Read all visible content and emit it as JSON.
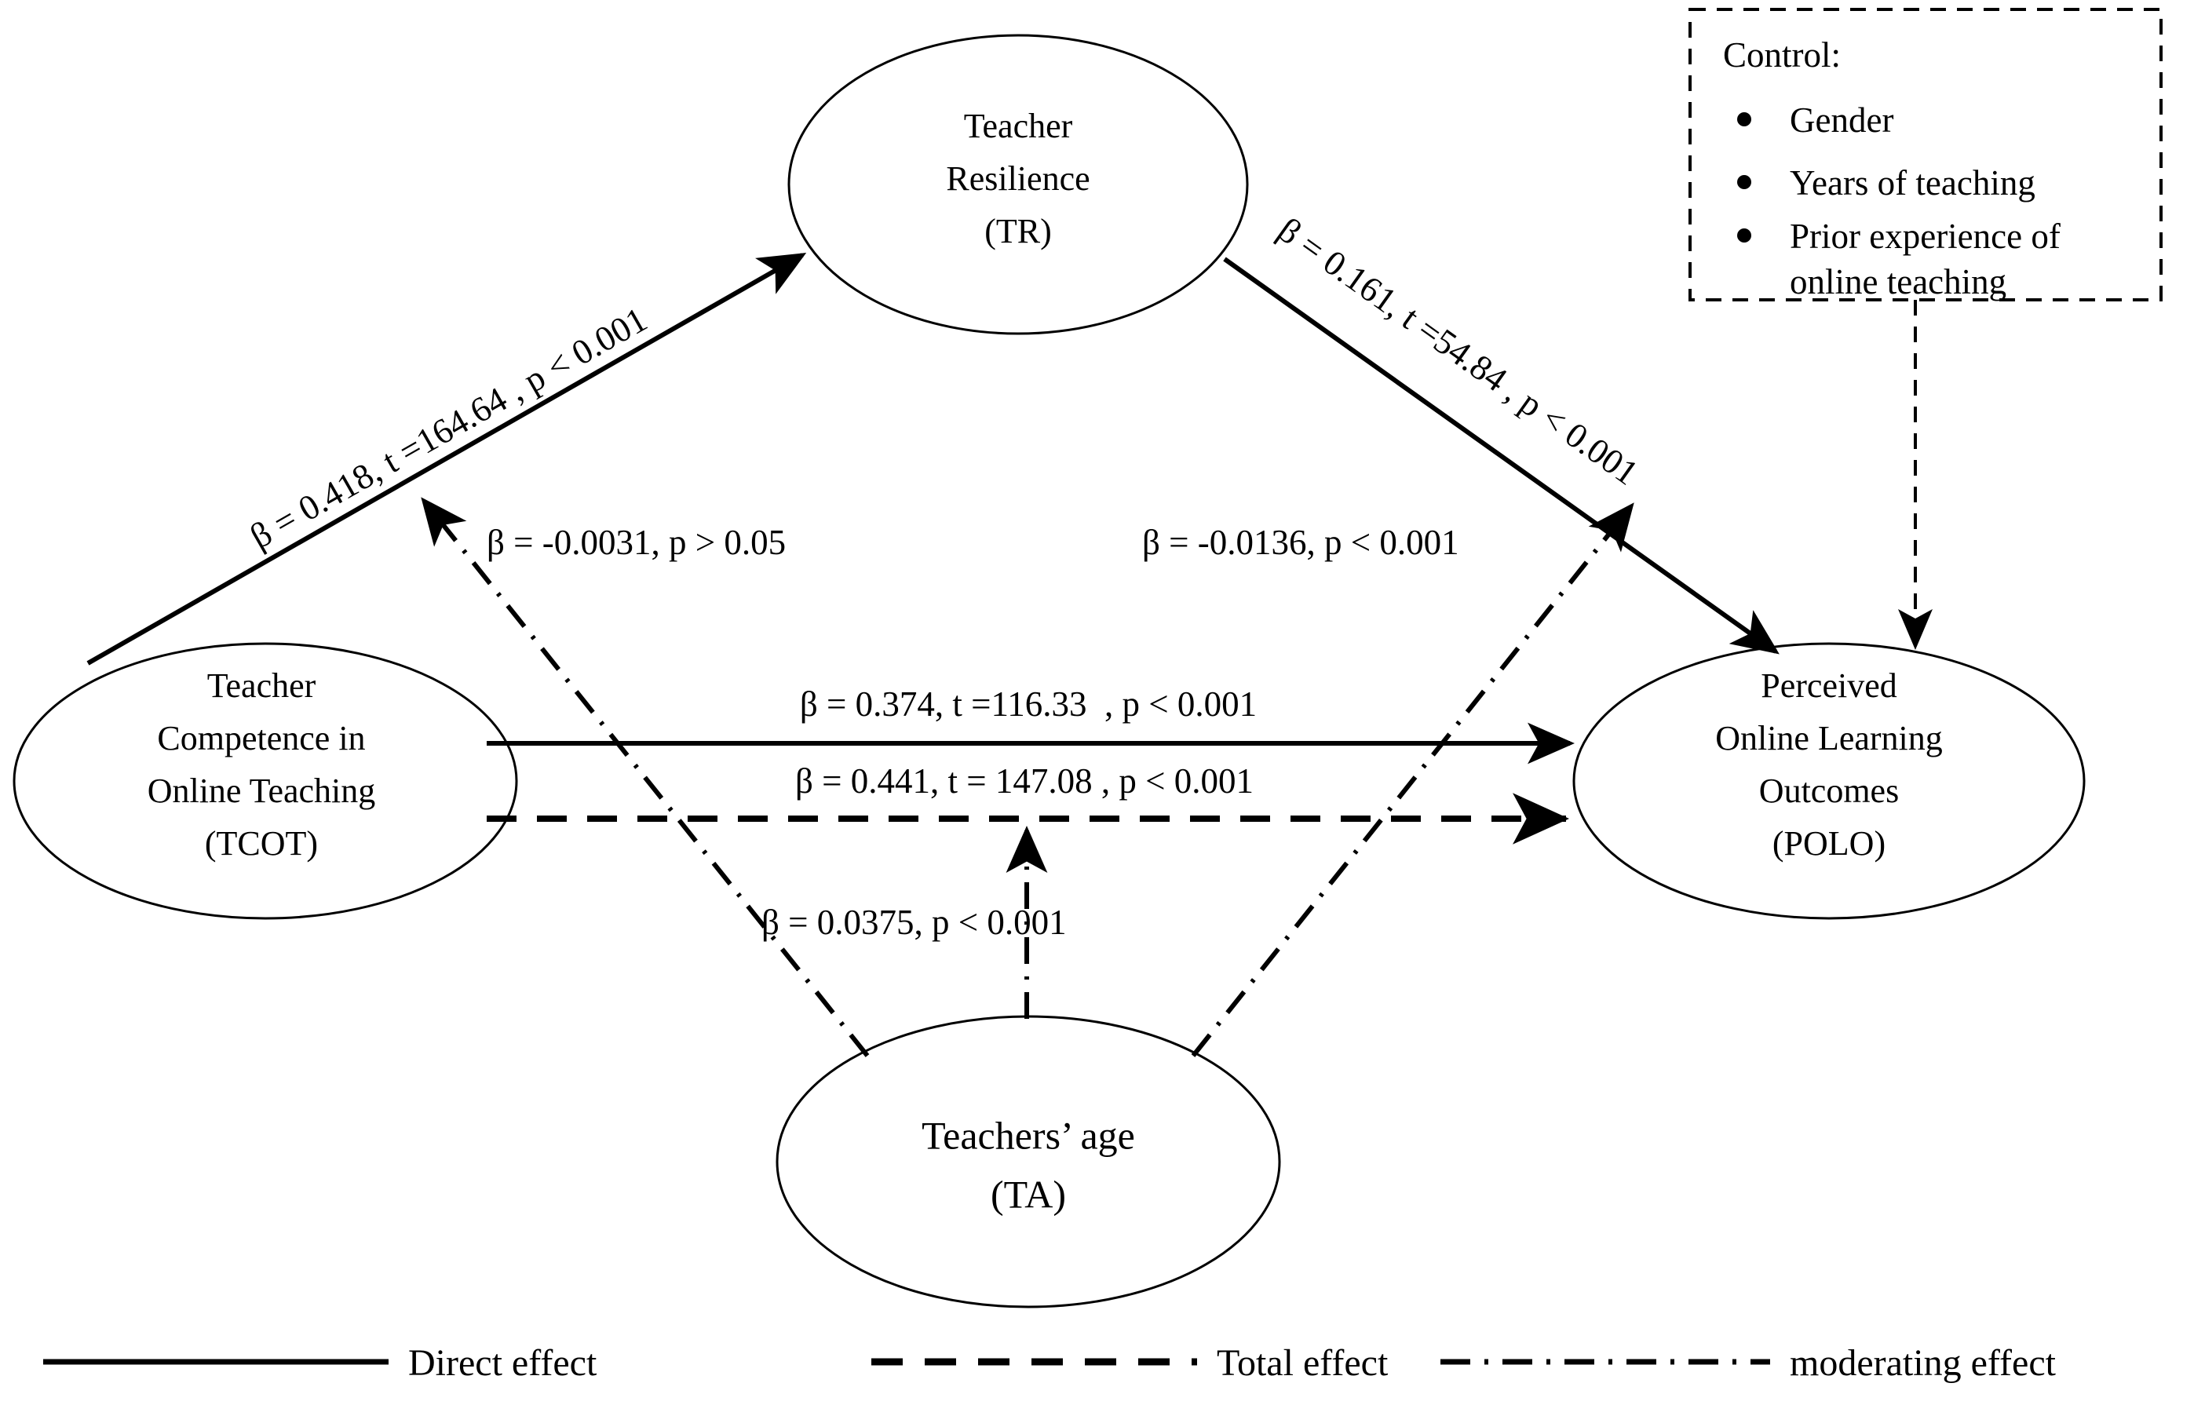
{
  "diagram": {
    "type": "structural-equation-model-path-diagram",
    "nodes": [
      {
        "id": "TR",
        "lines": [
          "Teacher",
          "Resilience",
          "(TR)"
        ],
        "role": "mediator",
        "position": "top-center"
      },
      {
        "id": "TCOT",
        "lines": [
          "Teacher",
          "Competence in",
          "Online Teaching",
          "(TCOT)"
        ],
        "role": "predictor",
        "position": "left"
      },
      {
        "id": "POLO",
        "lines": [
          "Perceived",
          "Online Learning",
          "Outcomes",
          "(POLO)"
        ],
        "role": "outcome",
        "position": "right"
      },
      {
        "id": "TA",
        "lines": [
          "Teachers’ age",
          "(TA)"
        ],
        "role": "moderator",
        "position": "bottom-center"
      }
    ],
    "paths": [
      {
        "id": "tcot-to-tr",
        "from": "TCOT",
        "to": "TR",
        "style": "solid",
        "effect": "direct",
        "label": "β = 0.418, t =164.64 , p < 0.001",
        "beta": 0.418,
        "t": 164.64,
        "p": "< 0.001"
      },
      {
        "id": "tr-to-polo",
        "from": "TR",
        "to": "POLO",
        "style": "solid",
        "effect": "direct",
        "label": "β = 0.161, t =54.84 , p < 0.001",
        "beta": 0.161,
        "t": 54.84,
        "p": "< 0.001"
      },
      {
        "id": "tcot-to-polo-direct",
        "from": "TCOT",
        "to": "POLO",
        "style": "solid",
        "effect": "direct",
        "label": "β = 0.374, t =116.33  , p < 0.001",
        "beta": 0.374,
        "t": 116.33,
        "p": "< 0.001"
      },
      {
        "id": "tcot-to-polo-total",
        "from": "TCOT",
        "to": "POLO",
        "style": "dashed",
        "effect": "total",
        "label": "β = 0.441, t = 147.08 , p < 0.001",
        "beta": 0.441,
        "t": 147.08,
        "p": "< 0.001"
      },
      {
        "id": "ta-moderates-tcot-tr",
        "from": "TA",
        "to": "tcot-to-tr",
        "style": "dash-dot",
        "effect": "moderating",
        "label": "β = -0.0031, p > 0.05",
        "beta": -0.0031,
        "p": "> 0.05"
      },
      {
        "id": "ta-moderates-tr-polo",
        "from": "TA",
        "to": "tr-to-polo",
        "style": "dash-dot",
        "effect": "moderating",
        "label": "β = -0.0136, p < 0.001",
        "beta": -0.0136,
        "p": "< 0.001"
      },
      {
        "id": "ta-moderates-tcot-polo",
        "from": "TA",
        "to": "tcot-to-polo-total",
        "style": "dash-dot",
        "effect": "moderating",
        "label": "β = 0.0375, p < 0.001",
        "beta": 0.0375,
        "p": "< 0.001"
      },
      {
        "id": "control-to-polo",
        "from": "control-box",
        "to": "POLO",
        "style": "dashed-thin",
        "effect": "control",
        "label": ""
      }
    ]
  },
  "control_box": {
    "title": "Control:",
    "items": [
      "Gender",
      "Years of teaching",
      "Prior experience of",
      "online teaching"
    ],
    "item_lines": [
      {
        "bullet": true,
        "text": "Gender"
      },
      {
        "bullet": true,
        "text": "Years of teaching"
      },
      {
        "bullet": true,
        "text": "Prior experience  of"
      },
      {
        "bullet": false,
        "text": "online teaching"
      }
    ]
  },
  "legend": {
    "items": [
      {
        "style": "solid",
        "label": "Direct effect"
      },
      {
        "style": "dashed",
        "label": "Total effect"
      },
      {
        "style": "dash-dot",
        "label": "moderating effect"
      }
    ]
  },
  "colors": {
    "stroke": "#000000",
    "background": "#ffffff"
  }
}
